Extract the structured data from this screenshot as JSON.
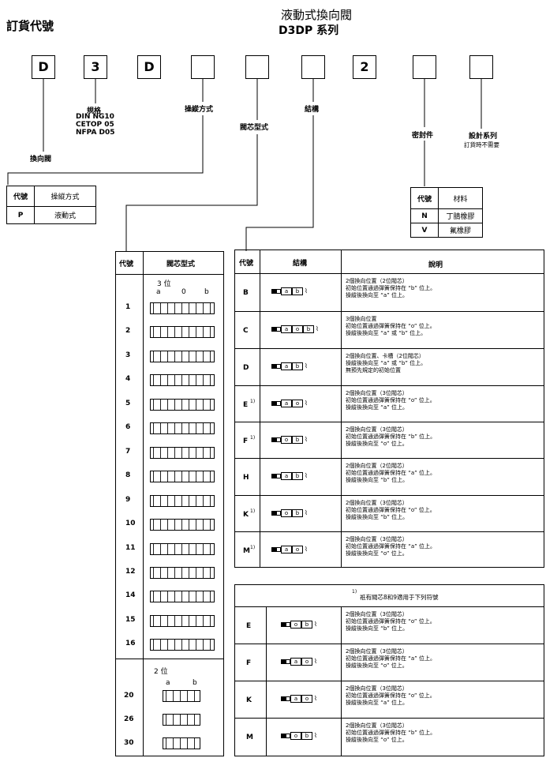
{
  "header": {
    "order_code": "訂貨代號",
    "title_line1": "液動式換向閥",
    "title_line2": "D3DP 系列"
  },
  "code_boxes": [
    "D",
    "3",
    "D",
    "",
    "",
    "",
    "2",
    "",
    ""
  ],
  "labels": {
    "valve": "換向閥",
    "size_title": "規格",
    "size_1": "DIN NG10",
    "size_2": "CETOP 05",
    "size_3": "NFPA D05",
    "operation": "操縱方式",
    "spool_type": "閥芯型式",
    "structure": "結構",
    "seal": "密封件",
    "design": "設計系列",
    "design_note": "訂貨時不需要"
  },
  "op_table": {
    "col1": "代號",
    "col2": "操縱方式",
    "rows": [
      {
        "code": "P",
        "name": "液動式"
      }
    ]
  },
  "seal_table": {
    "col1": "代號",
    "col2": "材料",
    "rows": [
      {
        "code": "N",
        "name": "丁腈橡膠"
      },
      {
        "code": "V",
        "name": "氟橡膠"
      }
    ]
  },
  "spool_table": {
    "col1": "代號",
    "col2": "閥芯型式",
    "three_pos": "3 位",
    "three_pos_letters": [
      "a",
      "0",
      "b"
    ],
    "codes_3": [
      "1",
      "2",
      "3",
      "4",
      "5",
      "6",
      "7",
      "8",
      "9",
      "10",
      "11",
      "12",
      "14",
      "15",
      "16"
    ],
    "two_pos": "2 位",
    "two_pos_letters": [
      "a",
      "b"
    ],
    "codes_2": [
      "20",
      "26",
      "30"
    ]
  },
  "struct_table": {
    "col1": "代號",
    "col2": "結構",
    "col3": "說明",
    "rows": [
      {
        "code": "B",
        "sup": "",
        "lines": [
          "2個換向位置（2位閥芯）",
          "初始位置通過彈簧保持在 “b” 位上。",
          "操縱後換向至 “a” 位上。"
        ],
        "sym": [
          "a",
          "b"
        ]
      },
      {
        "code": "C",
        "sup": "",
        "lines": [
          "3個換向位置",
          "初始位置通過彈簧保持在 “o” 位上。",
          "操縱後換向至 “a” 或 “b” 位上。"
        ],
        "sym": [
          "a",
          "o",
          "b"
        ]
      },
      {
        "code": "D",
        "sup": "",
        "lines": [
          "2個換向位置、卡槽（2位閥芯）",
          "操縱後換向至 “a” 或 “b” 位上。",
          "無預先規定的初始位置"
        ],
        "sym": [
          "a",
          "b"
        ]
      },
      {
        "code": "E",
        "sup": "1)",
        "lines": [
          "2個換向位置（3位閥芯）",
          "初始位置通過彈簧保持在 “o” 位上。",
          "操縱後換向至 “a” 位上。"
        ],
        "sym": [
          "a",
          "o"
        ]
      },
      {
        "code": "F",
        "sup": "1)",
        "lines": [
          "2個換向位置（3位閥芯）",
          "初始位置通過彈簧保持在 “b” 位上。",
          "操縱後換向至 “o” 位上。"
        ],
        "sym": [
          "o",
          "b"
        ]
      },
      {
        "code": "H",
        "sup": "",
        "lines": [
          "2個換向位置（2位閥芯）",
          "初始位置通過彈簧保持在 “a” 位上。",
          "操縱後換向至 “b” 位上。"
        ],
        "sym": [
          "a",
          "b"
        ]
      },
      {
        "code": "K",
        "sup": "1)",
        "lines": [
          "2個換向位置（3位閥芯）",
          "初始位置通過彈簧保持在 “o” 位上。",
          "操縱後換向至 “b” 位上。"
        ],
        "sym": [
          "o",
          "b"
        ]
      },
      {
        "code": "M",
        "sup": "1)",
        "lines": [
          "2個換向位置（3位閥芯）",
          "初始位置通過彈簧保持在 “a” 位上。",
          "操縱後換向至 “o” 位上。"
        ],
        "sym": [
          "a",
          "o"
        ]
      }
    ]
  },
  "note_table": {
    "note": "祇有閥芯8和9適用于下列符號",
    "note_sup": "1)",
    "rows": [
      {
        "code": "E",
        "lines": [
          "2個換向位置（3位閥芯）",
          "初始位置通過彈簧保持在 “o” 位上。",
          "操縱後換向至 “b” 位上。"
        ],
        "sym": [
          "o",
          "b"
        ]
      },
      {
        "code": "F",
        "lines": [
          "2個換向位置（3位閥芯）",
          "初始位置通過彈簧保持在 “a” 位上。",
          "操縱後換向至 “o” 位上。"
        ],
        "sym": [
          "a",
          "o"
        ]
      },
      {
        "code": "K",
        "lines": [
          "2個換向位置（3位閥芯）",
          "初始位置通過彈簧保持在 “o” 位上。",
          "操縱後換向至 “a” 位上。"
        ],
        "sym": [
          "a",
          "o"
        ]
      },
      {
        "code": "M",
        "lines": [
          "2個換向位置（3位閥芯）",
          "初始位置通過彈簧保持在 “b” 位上。",
          "操縱後換向至 “o” 位上。"
        ],
        "sym": [
          "o",
          "b"
        ]
      }
    ]
  }
}
